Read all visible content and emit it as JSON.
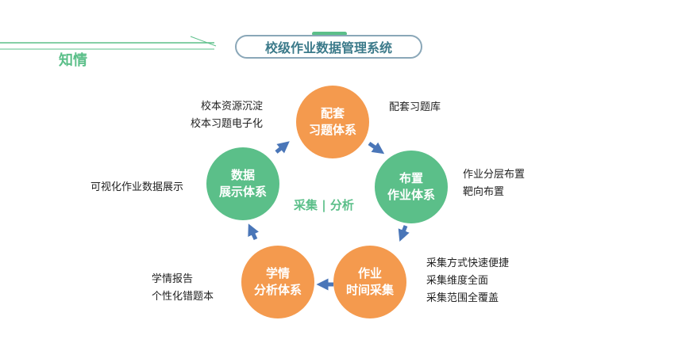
{
  "header": {
    "section_label": "知情",
    "title": "校级作业数据管理系统"
  },
  "nodes": [
    {
      "id": "match",
      "line1": "配套",
      "line2": "习题体系",
      "color": "#f49a4e",
      "notes": [
        "配套习题库"
      ]
    },
    {
      "id": "assign",
      "line1": "布置",
      "line2": "作业体系",
      "color": "#5bbf89",
      "notes": [
        "作业分层布置",
        "靶向布置"
      ]
    },
    {
      "id": "collect",
      "line1": "作业",
      "line2": "时间采集",
      "color": "#f49a4e",
      "notes": [
        "采集方式快速便捷",
        "采集维度全面",
        "采集范围全覆盖"
      ]
    },
    {
      "id": "analyze",
      "line1": "学情",
      "line2": "分析体系",
      "color": "#f49a4e",
      "notes": [
        "学情报告",
        "个性化错题本"
      ]
    },
    {
      "id": "display",
      "line1": "数据",
      "line2": "展示体系",
      "color": "#5bbf89",
      "notes": [
        "可视化作业数据展示"
      ]
    },
    {
      "id": "precipitate",
      "notes": [
        "校本资源沉淀",
        "校本习题电子化"
      ]
    }
  ],
  "center": {
    "label": "采集 | 分析"
  },
  "colors": {
    "accent_green": "#5bbf89",
    "accent_orange": "#f49a4e",
    "arrow_blue": "#4a76b8"
  }
}
